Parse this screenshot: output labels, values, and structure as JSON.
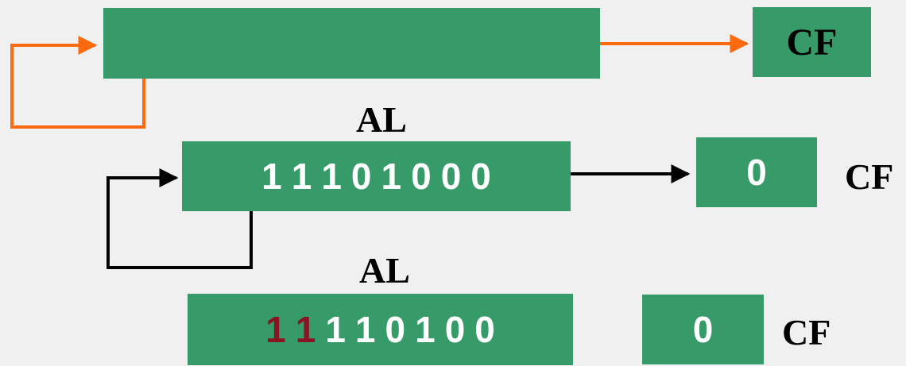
{
  "colors": {
    "register_fill": "#369b68",
    "orange_wire": "#ff6a0e",
    "black_wire": "#000000",
    "highlight_bit": "#8b1424",
    "white": "#ffffff"
  },
  "top": {
    "cf_label": "CF"
  },
  "middle": {
    "register_label": "AL",
    "bits": [
      "1",
      "1",
      "1",
      "0",
      "1",
      "0",
      "0",
      "0"
    ],
    "cf_value": "0",
    "cf_label": "CF"
  },
  "bottom": {
    "register_label": "AL",
    "bits": [
      "1",
      "1",
      "1",
      "1",
      "0",
      "1",
      "0",
      "0"
    ],
    "highlighted_bit_indices": [
      0,
      1
    ],
    "cf_value": "0",
    "cf_label": "CF"
  }
}
